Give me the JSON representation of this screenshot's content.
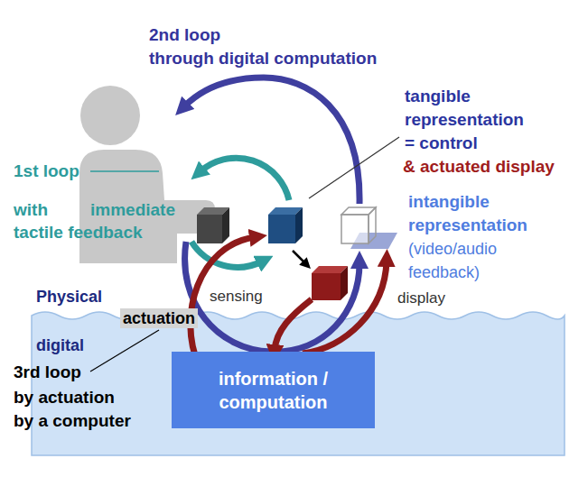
{
  "diagram": {
    "nodes": [
      {
        "text": [
          "information / computation"
        ]
      }
    ],
    "labels": [
      "2nd loop",
      "through digital computation",
      "1st loop",
      "with",
      "immediate",
      "tactile feedback",
      "tangible",
      "representation",
      "= control",
      "& actuated display",
      "intangible",
      "representation",
      "(video/audio",
      "feedback)",
      "sensing",
      "display",
      "Physical",
      "actuation",
      "digital",
      "3rd loop",
      "by actuation",
      "by a computer"
    ]
  }
}
